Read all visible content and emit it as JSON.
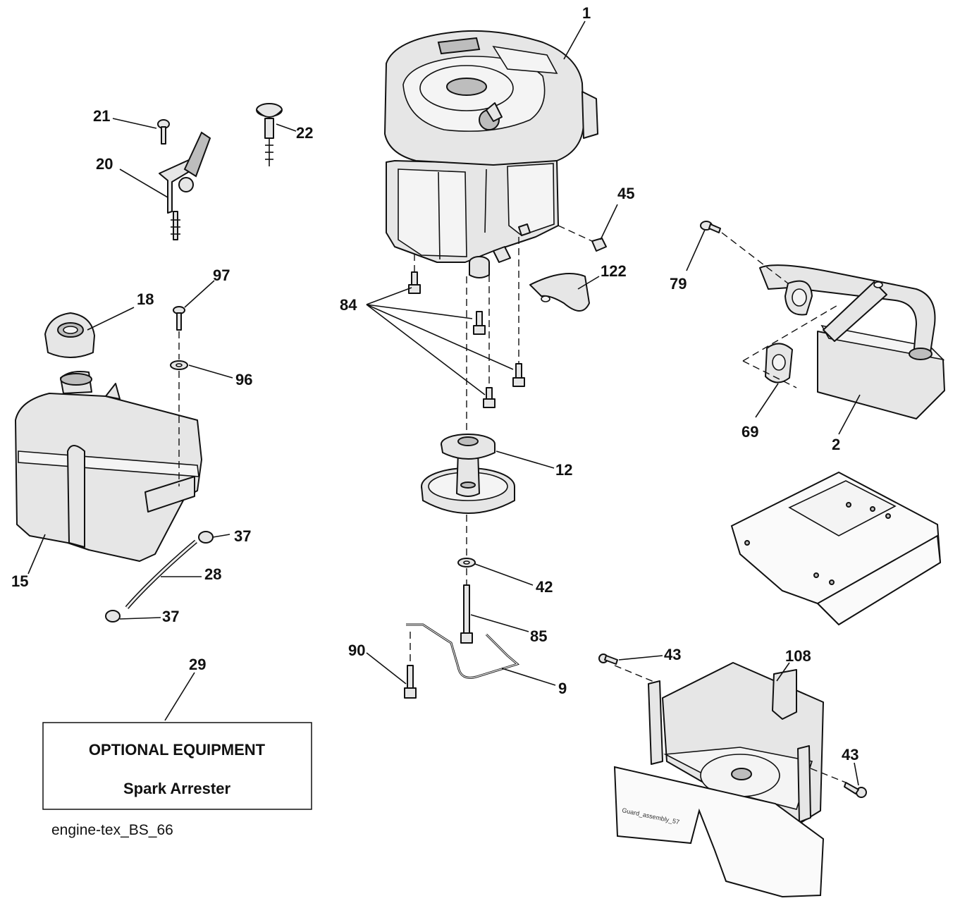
{
  "callouts": {
    "c1": "1",
    "c21": "21",
    "c22": "22",
    "c20": "20",
    "c45": "45",
    "c79": "79",
    "c122": "122",
    "c97": "97",
    "c18": "18",
    "c84": "84",
    "c96": "96",
    "c69": "69",
    "c2": "2",
    "c12": "12",
    "c37a": "37",
    "c15": "15",
    "c28": "28",
    "c42": "42",
    "c37b": "37",
    "c85": "85",
    "c43a": "43",
    "c108": "108",
    "c90": "90",
    "c9": "9",
    "c29": "29",
    "c43b": "43"
  },
  "optional_box": {
    "title": "OPTIONAL EQUIPMENT",
    "item": "Spark Arrester"
  },
  "diagram_id": "engine-tex_BS_66",
  "guard_label": "Guard_assembly_57"
}
